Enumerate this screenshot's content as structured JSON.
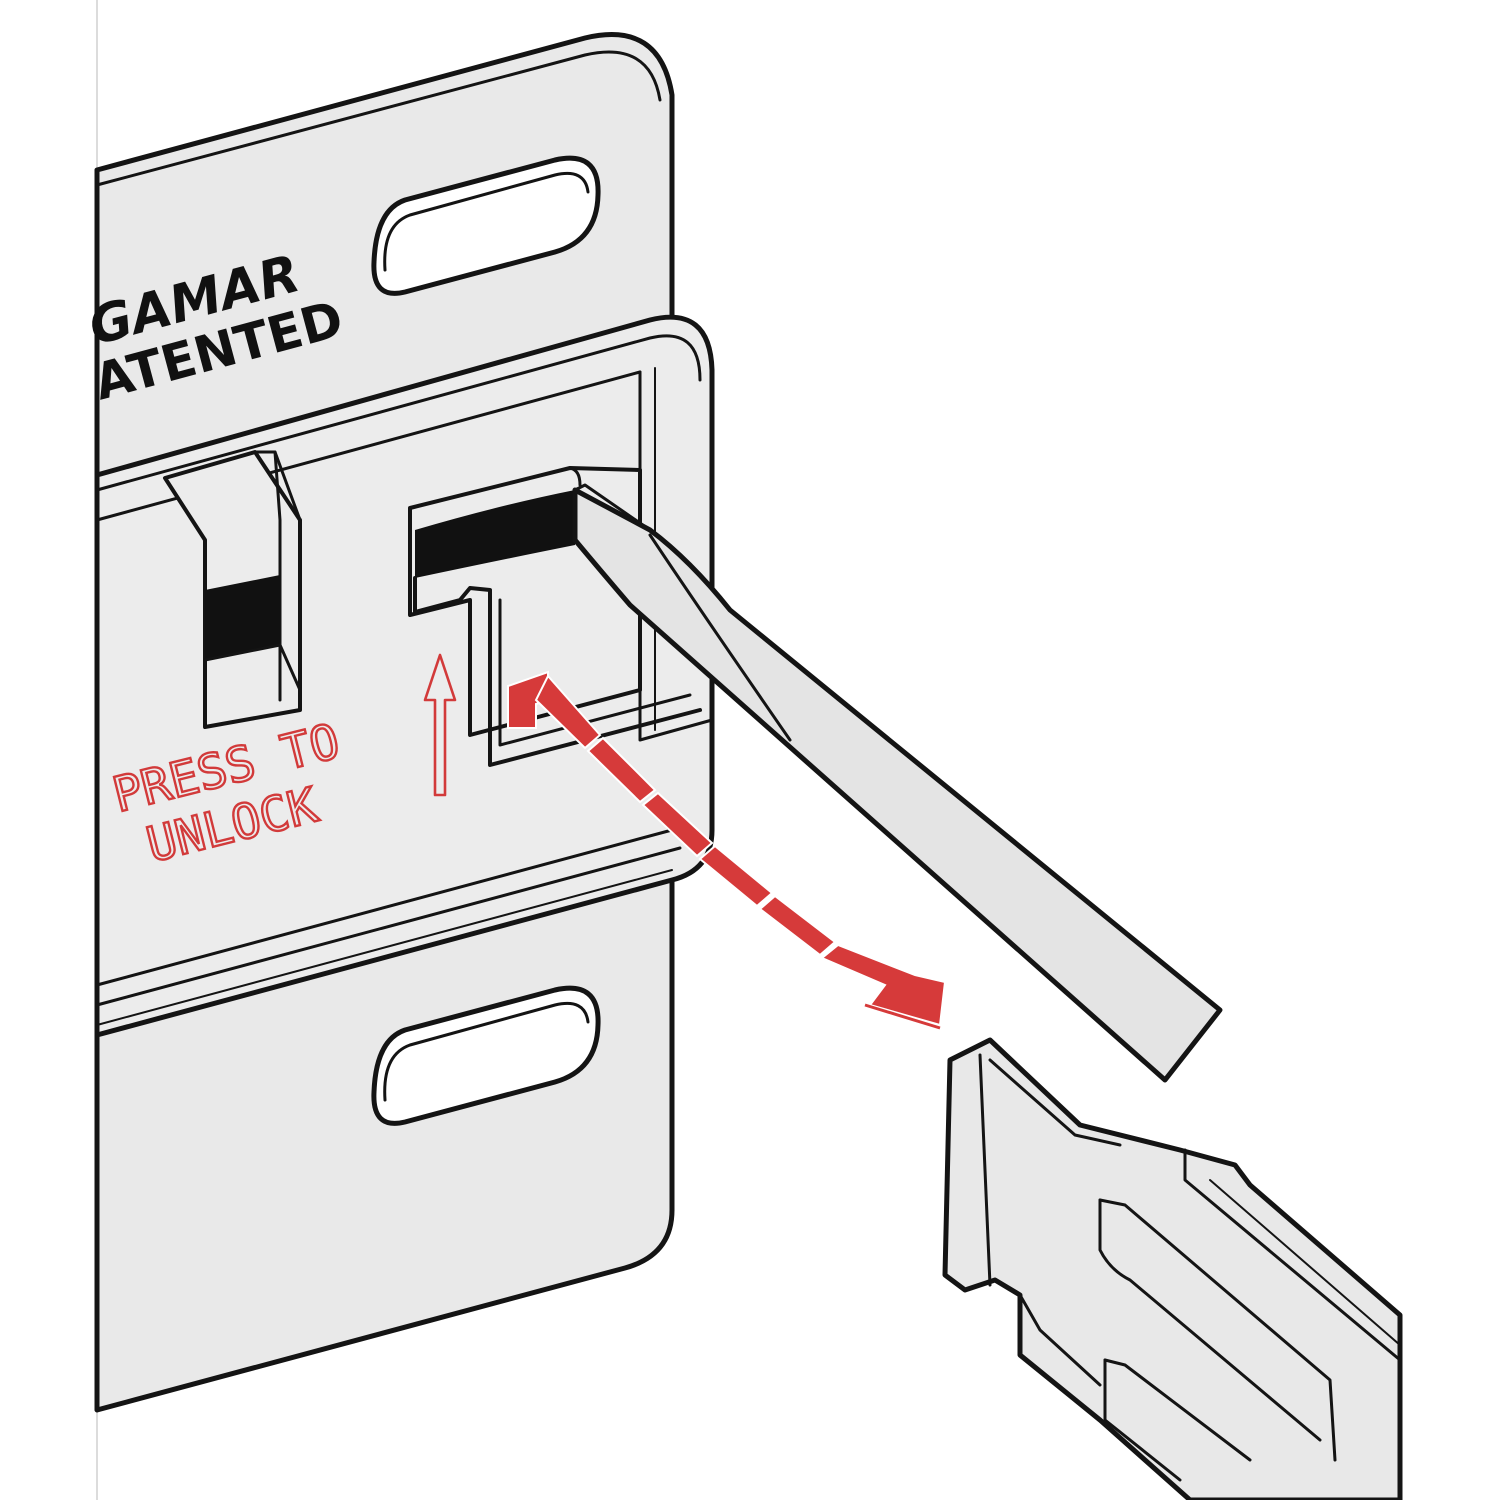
{
  "illustration": {
    "brand_text": "GAMAR",
    "patent_text": "ATENTED",
    "instruction_line1": "PRESS TO",
    "instruction_line2": "UNLOCK",
    "colors": {
      "panel": "#e9e9e9",
      "panel_shade": "#d4d4d4",
      "ink": "#141414",
      "accent_red": "#d63a3a",
      "background": "#ffffff"
    },
    "icons": [
      "up-arrow-icon",
      "removal-arrow-icon",
      "screwdriver",
      "clip-latch",
      "slot-hole"
    ]
  }
}
